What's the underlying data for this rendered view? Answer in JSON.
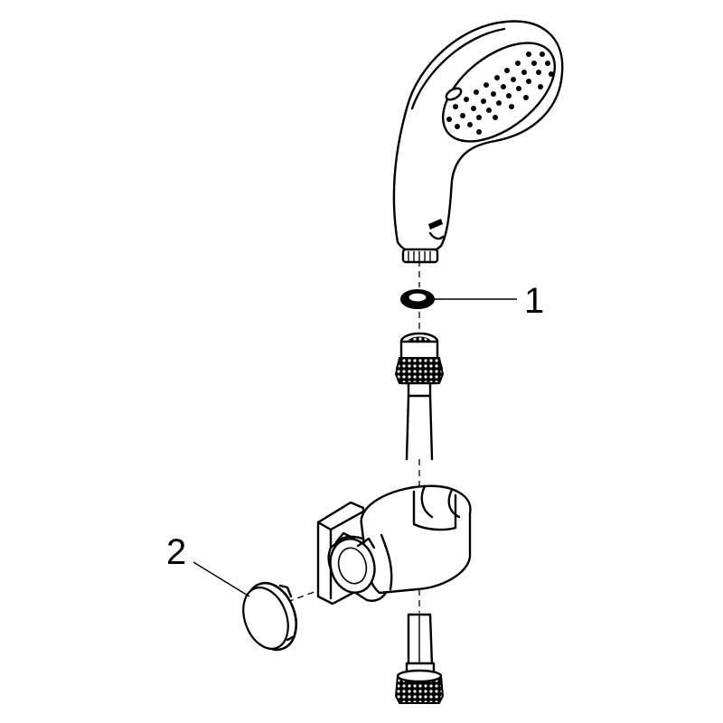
{
  "callouts": [
    {
      "label": "1",
      "part": "washer"
    },
    {
      "label": "2",
      "part": "cover-cap"
    }
  ],
  "colors": {
    "line": "#000000",
    "background": "#ffffff"
  }
}
